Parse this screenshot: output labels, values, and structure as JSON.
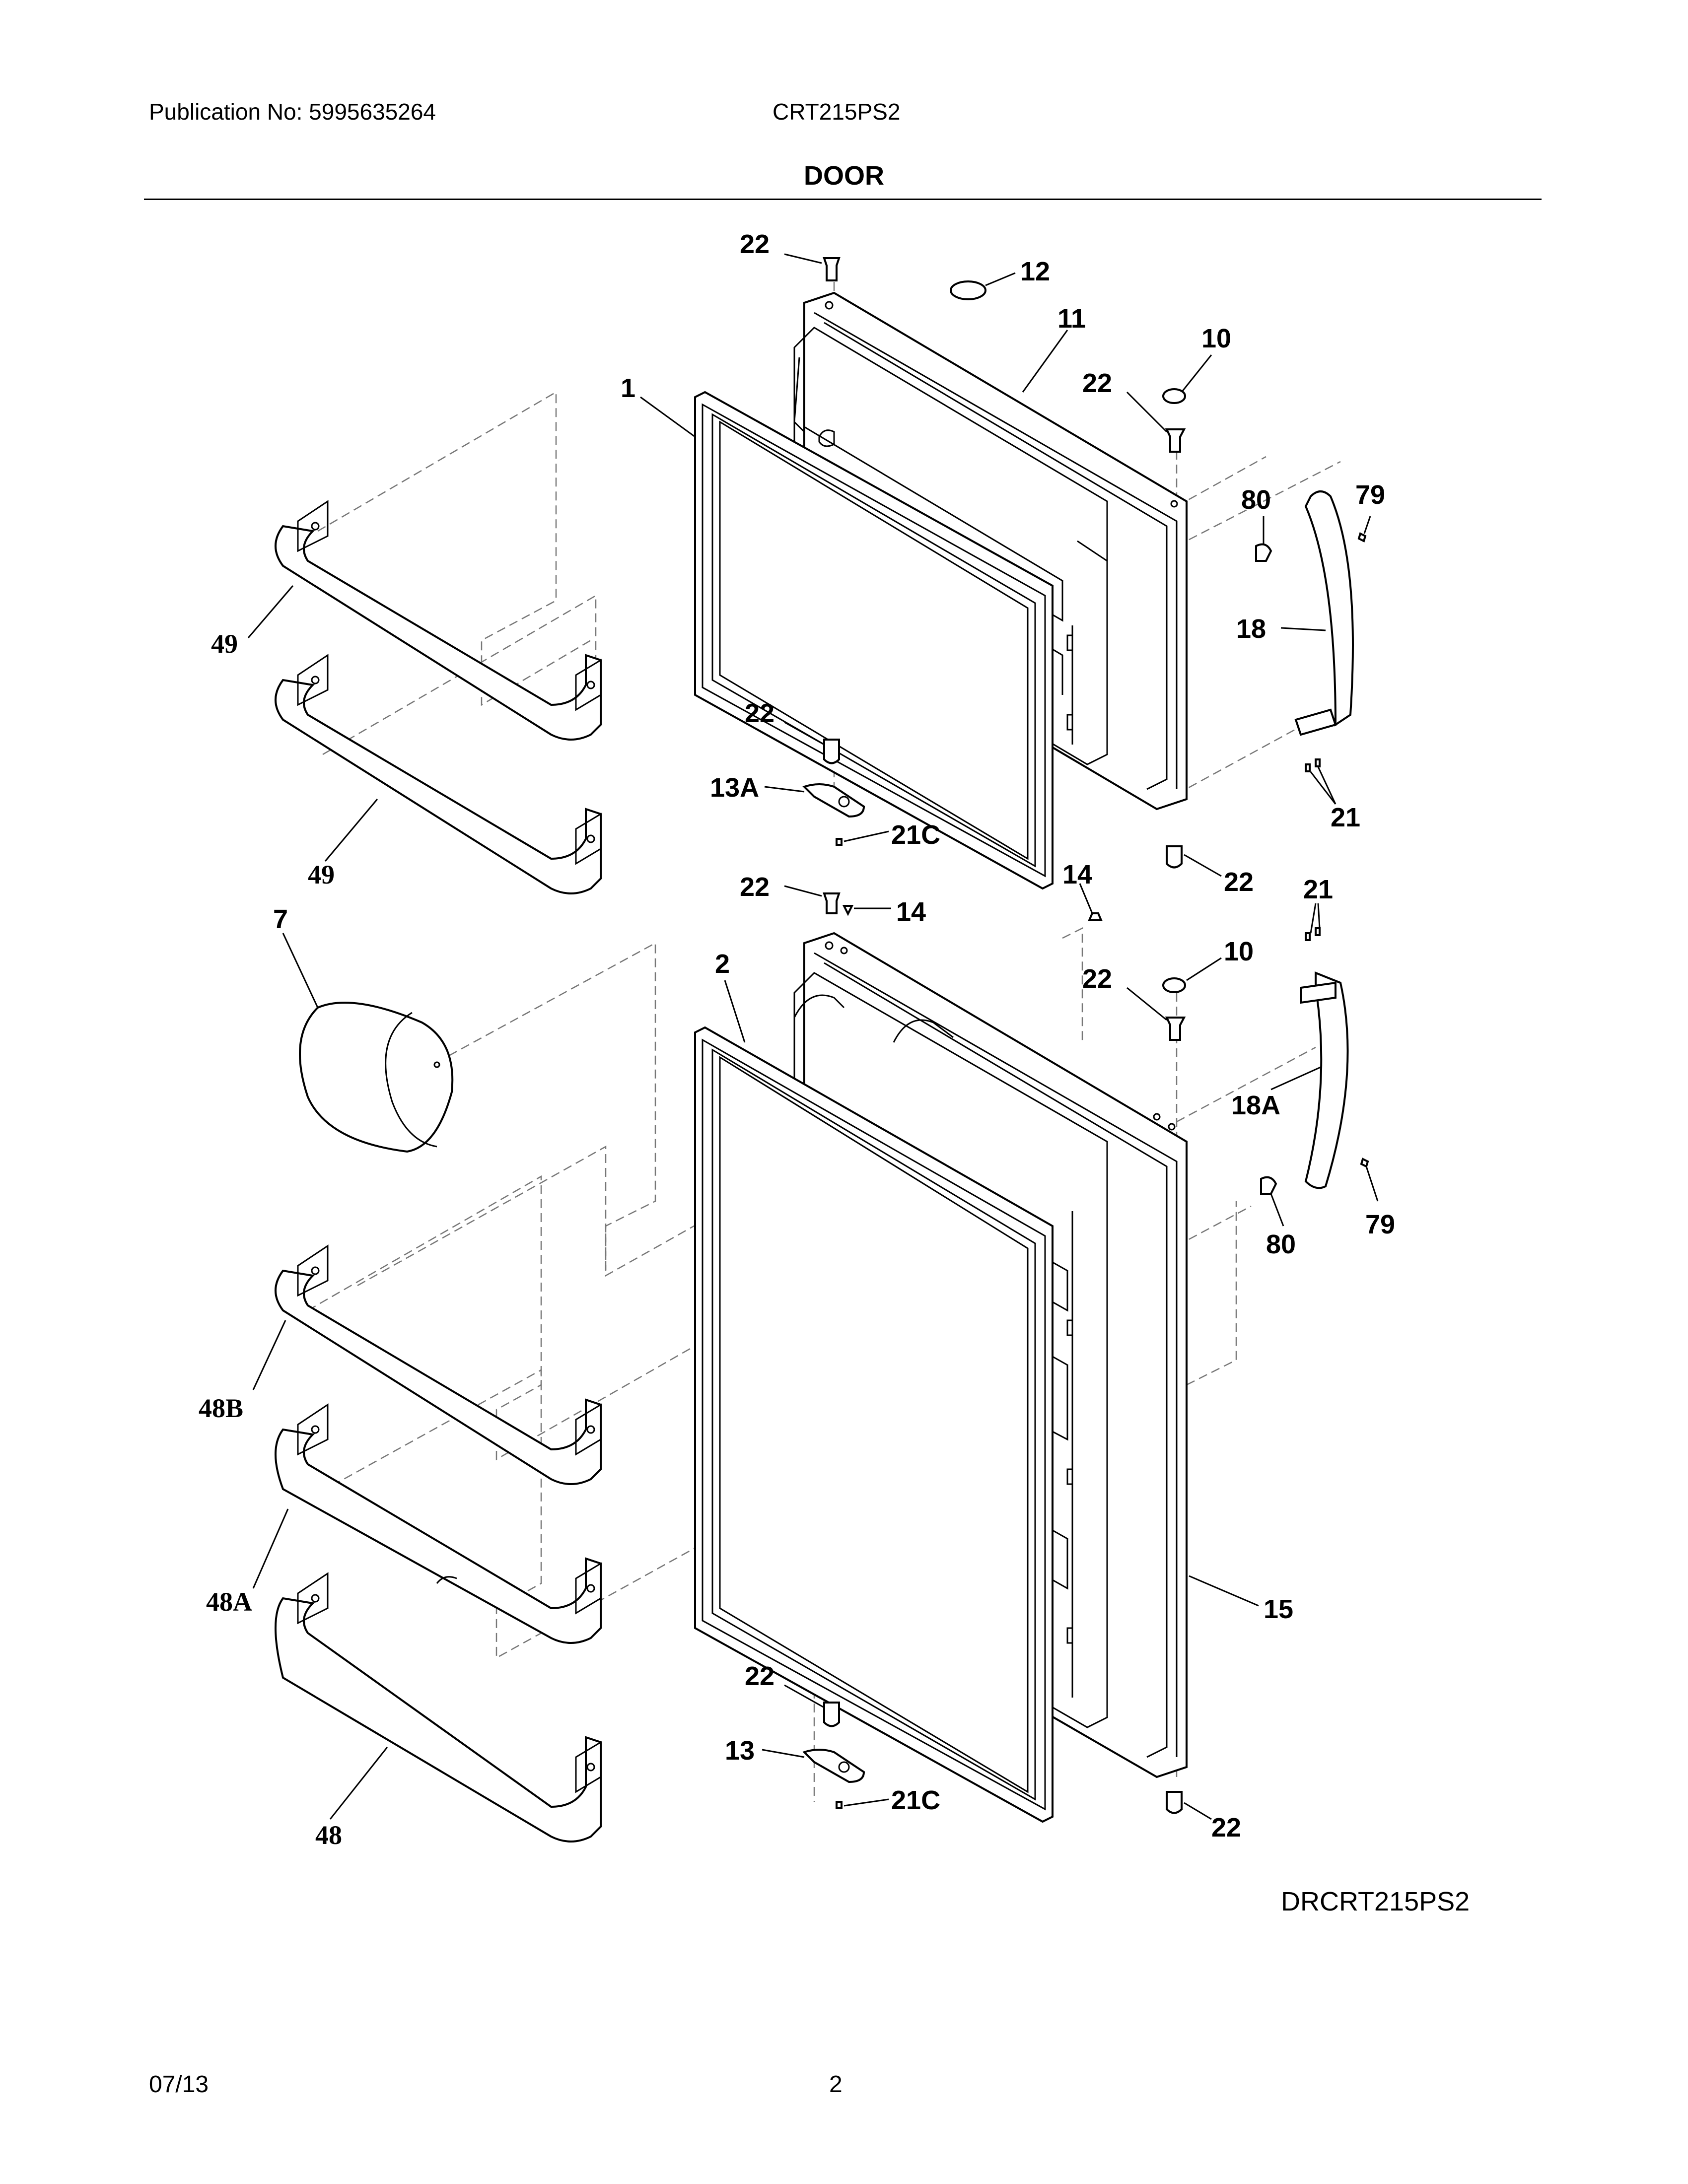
{
  "header": {
    "publication": "Publication No: 5995635264",
    "model": "CRT215PS2",
    "section_title": "DOOR"
  },
  "footer": {
    "diagram_code": "DRCRT215PS2",
    "date": "07/13",
    "page_number": "2"
  },
  "labels": {
    "l_22a": "22",
    "l_12": "12",
    "l_11": "11",
    "l_10a": "10",
    "l_22b": "22",
    "l_1": "1",
    "l_80a": "80",
    "l_79a": "79",
    "l_49a": "49",
    "l_18": "18",
    "l_22c": "22",
    "l_13a": "13A",
    "l_21c_a": "21C",
    "l_21a": "21",
    "l_49b": "49",
    "l_22d": "22",
    "l_14a": "14",
    "l_14b": "14",
    "l_22e": "22",
    "l_21b": "21",
    "l_7": "7",
    "l_2": "2",
    "l_10b": "10",
    "l_22f": "22",
    "l_18a": "18A",
    "l_80b": "80",
    "l_79b": "79",
    "l_48b": "48B",
    "l_48a": "48A",
    "l_15": "15",
    "l_22g": "22",
    "l_13": "13",
    "l_21c_b": "21C",
    "l_48": "48",
    "l_22h": "22"
  }
}
